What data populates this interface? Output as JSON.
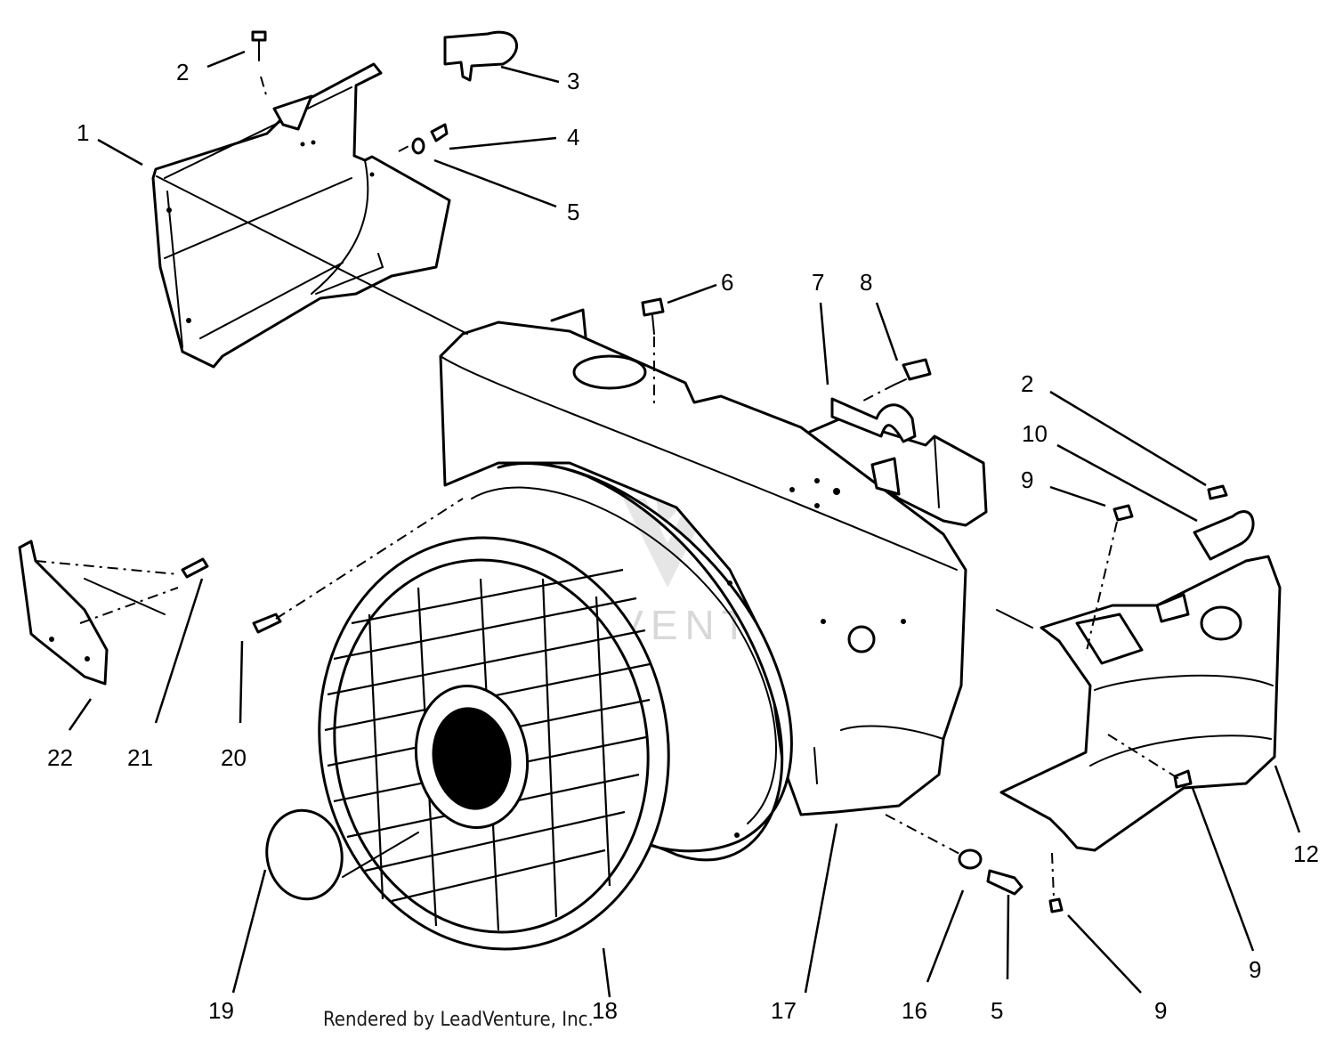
{
  "diagram": {
    "callouts": [
      {
        "id": "c1",
        "label": "1"
      },
      {
        "id": "c2a",
        "label": "2"
      },
      {
        "id": "c3",
        "label": "3"
      },
      {
        "id": "c4",
        "label": "4"
      },
      {
        "id": "c5a",
        "label": "5"
      },
      {
        "id": "c6",
        "label": "6"
      },
      {
        "id": "c7",
        "label": "7"
      },
      {
        "id": "c8",
        "label": "8"
      },
      {
        "id": "c2b",
        "label": "2"
      },
      {
        "id": "c10",
        "label": "10"
      },
      {
        "id": "c9a",
        "label": "9"
      },
      {
        "id": "c12",
        "label": "12"
      },
      {
        "id": "c9b",
        "label": "9"
      },
      {
        "id": "c9c",
        "label": "9"
      },
      {
        "id": "c5b",
        "label": "5"
      },
      {
        "id": "c16",
        "label": "16"
      },
      {
        "id": "c17",
        "label": "17"
      },
      {
        "id": "c18",
        "label": "18"
      },
      {
        "id": "c19",
        "label": "19"
      },
      {
        "id": "c20",
        "label": "20"
      },
      {
        "id": "c21",
        "label": "21"
      },
      {
        "id": "c22",
        "label": "22"
      }
    ],
    "watermark": "LEADVENTURE",
    "footer": "Rendered by LeadVenture, Inc."
  }
}
